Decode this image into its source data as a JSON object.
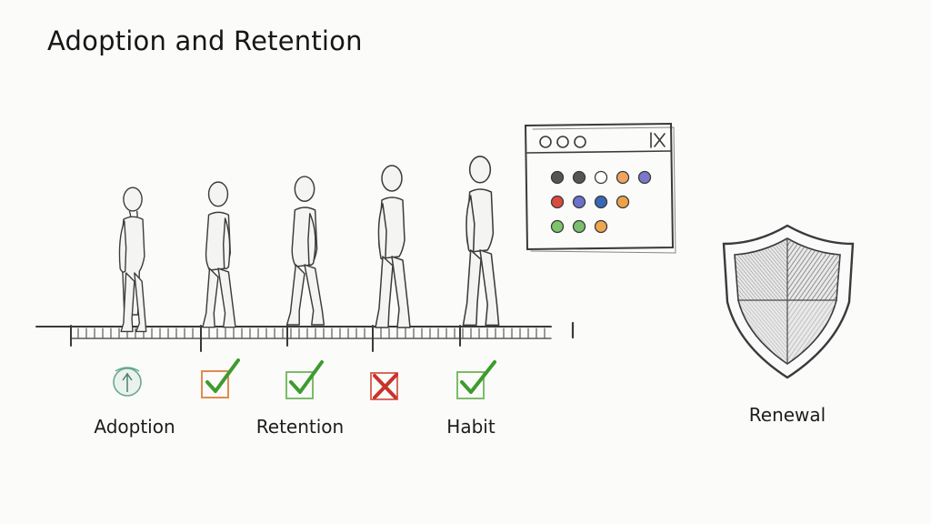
{
  "title": "Adoption and Retention",
  "labels": {
    "adoption": "Adoption",
    "retention": "Retention",
    "habit": "Habit",
    "renewal": "Renewal"
  },
  "icons": {
    "stages": [
      "seed-jar-icon",
      "check-icon",
      "check-icon",
      "cross-icon",
      "check-icon"
    ],
    "app_window": "app-window-icon",
    "shield": "shield-icon"
  },
  "colors": {
    "ink": "#3a3a3a",
    "check": "#3f9a2f",
    "cross": "#c8332b",
    "box_orange": "#e38a4c",
    "box_green": "#7dbb6b",
    "box_red": "#d86a5d",
    "jar_teal": "#6aa88f",
    "app_dots": [
      [
        "#555555",
        "#555555",
        "#ffffff",
        "#f0a460",
        "#7b78c9"
      ],
      [
        "#d94b3f",
        "#6a72c9",
        "#3a67b5",
        "#eda24a"
      ],
      [
        "#7cc56c",
        "#79bf6d",
        "#f0a64f"
      ]
    ]
  }
}
